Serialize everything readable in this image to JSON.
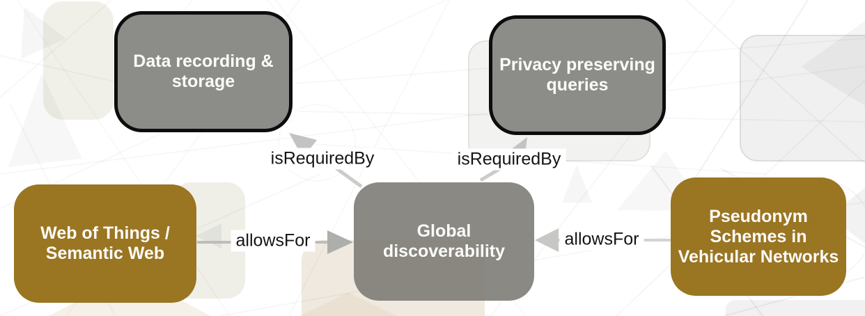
{
  "diagram": {
    "nodes": [
      {
        "id": "data-recording-storage",
        "label": "Data recording &\nstorage",
        "style": "grey-outlined"
      },
      {
        "id": "privacy-preserving-queries",
        "label": "Privacy preserving\nqueries",
        "style": "grey-outlined"
      },
      {
        "id": "global-discoverability",
        "label": "Global\ndiscoverability",
        "style": "grey"
      },
      {
        "id": "web-of-things-semantic-web",
        "label": "Web of Things /\nSemantic Web",
        "style": "gold"
      },
      {
        "id": "pseudonym-schemes",
        "label": "Pseudonym\nSchemes in\nVehicular Networks",
        "style": "gold"
      }
    ],
    "edges": [
      {
        "from": "web-of-things-semantic-web",
        "to": "global-discoverability",
        "label": "allowsFor"
      },
      {
        "from": "pseudonym-schemes",
        "to": "global-discoverability",
        "label": "allowsFor"
      },
      {
        "from": "global-discoverability",
        "to": "data-recording-storage",
        "label": "isRequiredBy"
      },
      {
        "from": "global-discoverability",
        "to": "privacy-preserving-queries",
        "label": "isRequiredBy"
      }
    ],
    "colors": {
      "node_grey": "#8c8c88",
      "node_gold": "#9a7522",
      "node_border": "#0d0d0d",
      "node_text": "#fbfbf9",
      "edge_line": "#c9c9c7",
      "edge_label_text": "#141414",
      "background": "#ffffff",
      "background_beige": "#f0e9df"
    }
  }
}
